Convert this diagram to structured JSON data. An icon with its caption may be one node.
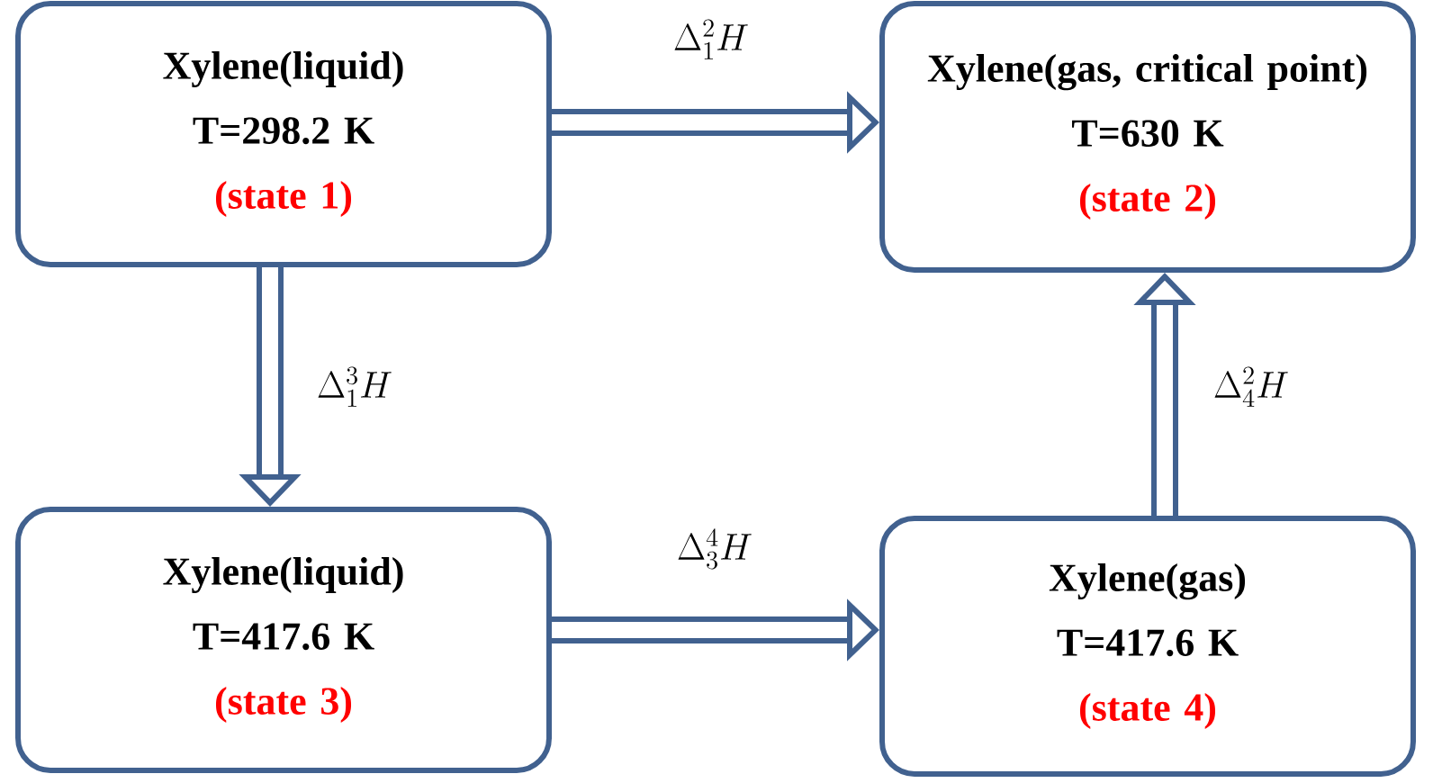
{
  "diagram": {
    "nodes": [
      {
        "text": [
          "Xylene(liquid)",
          "T=298.2 K",
          "(state 1)"
        ]
      },
      {
        "text": [
          "Xylene(gas, critical point)",
          "T=630 K",
          "(state 2)"
        ]
      },
      {
        "text": [
          "Xylene(liquid)",
          "T=417.6 K",
          "(state 3)"
        ]
      },
      {
        "text": [
          "Xylene(gas)",
          "T=417.6 K",
          "(state 4)"
        ]
      }
    ],
    "edges": [
      {
        "from": 0,
        "to": 1,
        "arrow": "to",
        "label": "\\Delta_1^2 H"
      },
      {
        "from": 0,
        "to": 2,
        "arrow": "to",
        "label": "\\Delta_1^3 H"
      },
      {
        "from": 2,
        "to": 3,
        "arrow": "to",
        "label": "\\Delta_3^4 H"
      },
      {
        "from": 3,
        "to": 1,
        "arrow": "to",
        "label": "\\Delta_4^2 H"
      }
    ]
  }
}
